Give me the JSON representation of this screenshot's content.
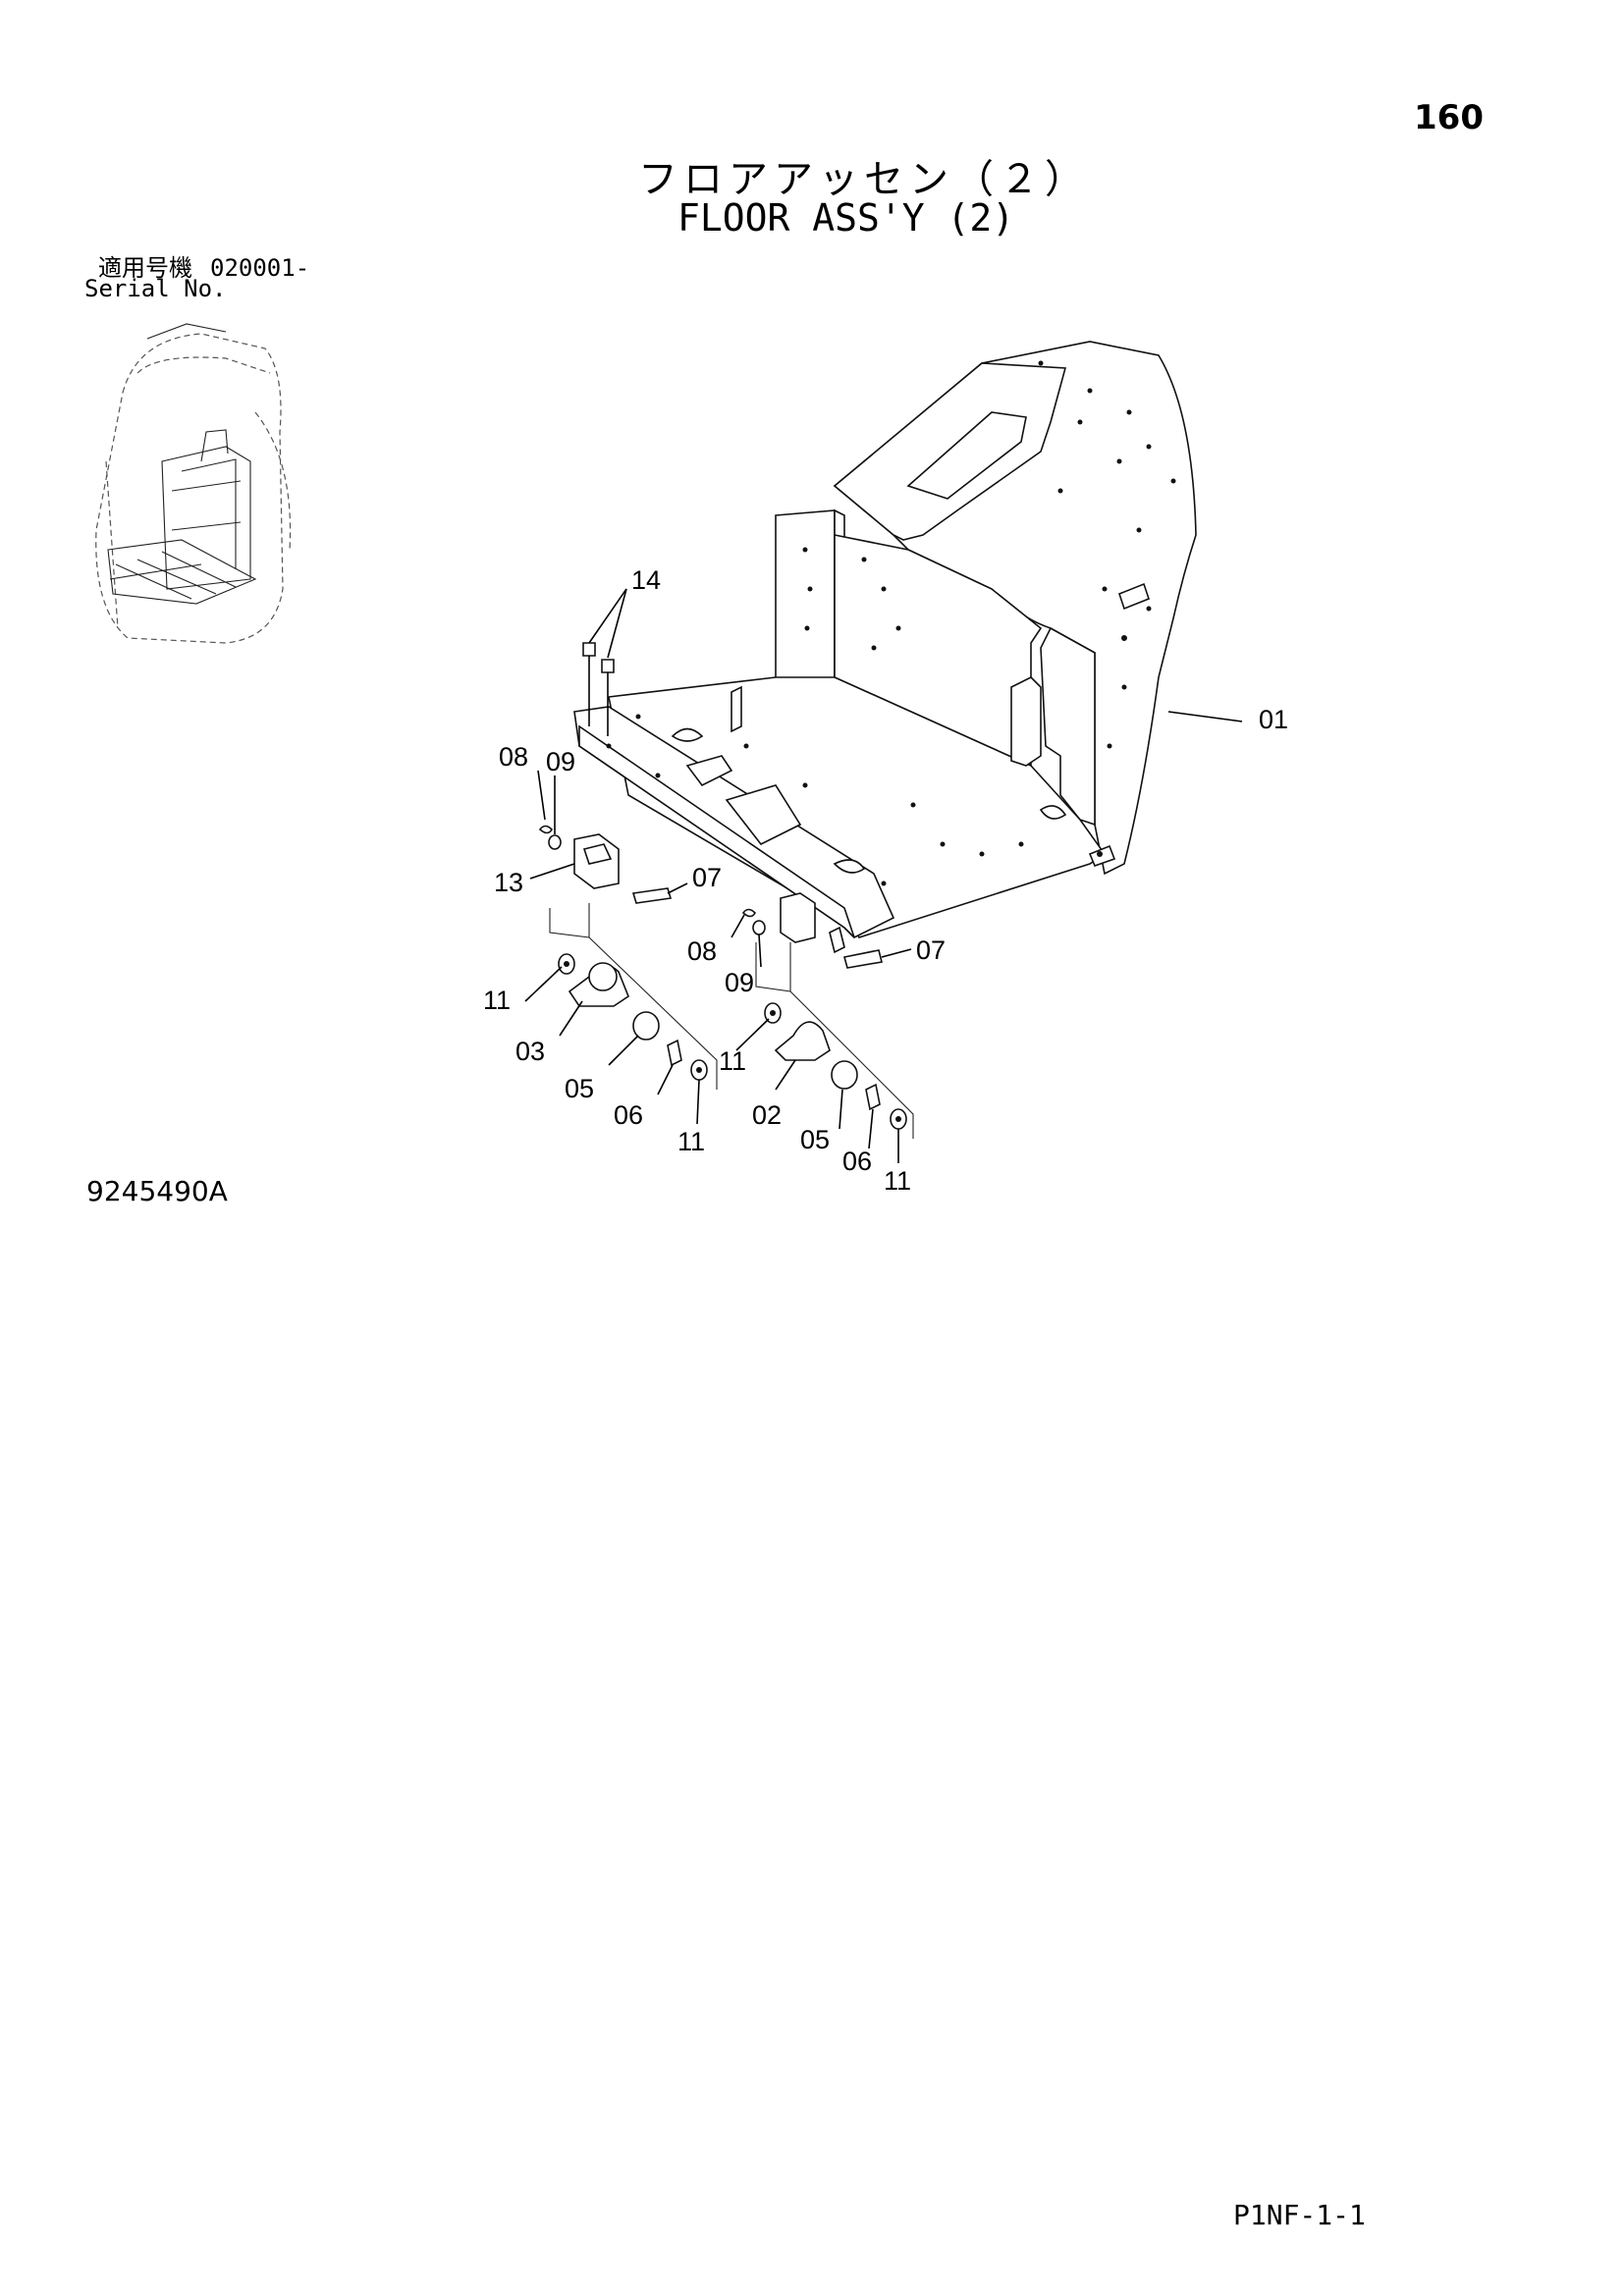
{
  "header": {
    "page_number": "160",
    "title_jp": "フロアアッセン（２）",
    "title_en": "FLOOR ASS'Y (2)"
  },
  "serial": {
    "label_jp": "適用号機",
    "number": "020001-",
    "label_en": "Serial No."
  },
  "callouts": [
    {
      "id": "01",
      "label": "01"
    },
    {
      "id": "02",
      "label": "02"
    },
    {
      "id": "03",
      "label": "03"
    },
    {
      "id": "05a",
      "label": "05"
    },
    {
      "id": "05b",
      "label": "05"
    },
    {
      "id": "06a",
      "label": "06"
    },
    {
      "id": "06b",
      "label": "06"
    },
    {
      "id": "07a",
      "label": "07"
    },
    {
      "id": "07b",
      "label": "07"
    },
    {
      "id": "08a",
      "label": "08"
    },
    {
      "id": "08b",
      "label": "08"
    },
    {
      "id": "09a",
      "label": "09"
    },
    {
      "id": "09b",
      "label": "09"
    },
    {
      "id": "11a",
      "label": "11"
    },
    {
      "id": "11b",
      "label": "11"
    },
    {
      "id": "11c",
      "label": "11"
    },
    {
      "id": "11d",
      "label": "11"
    },
    {
      "id": "13",
      "label": "13"
    },
    {
      "id": "14",
      "label": "14"
    }
  ],
  "footer": {
    "drawing_number": "9245490A",
    "page_code": "P1NF-1-1"
  }
}
